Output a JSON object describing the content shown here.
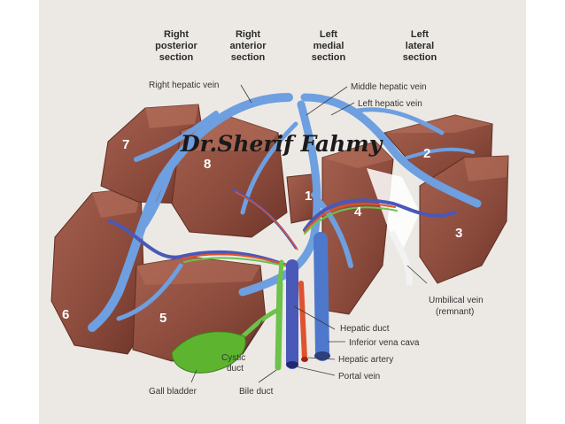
{
  "sections": [
    {
      "line1": "Right",
      "line2": "posterior",
      "line3": "section"
    },
    {
      "line1": "Right",
      "line2": "anterior",
      "line3": "section"
    },
    {
      "line1": "Left",
      "line2": "medial",
      "line3": "section"
    },
    {
      "line1": "Left",
      "line2": "lateral",
      "line3": "section"
    }
  ],
  "segments": [
    "1",
    "2",
    "3",
    "4",
    "5",
    "6",
    "7",
    "8"
  ],
  "labels": {
    "right_hepatic_vein": "Right hepatic vein",
    "middle_hepatic_vein": "Middle hepatic vein",
    "left_hepatic_vein": "Left hepatic vein",
    "umbilical_vein_1": "Umbilical vein",
    "umbilical_vein_2": "(remnant)",
    "hepatic_duct": "Hepatic duct",
    "inferior_vena_cava": "Inferior vena cava",
    "hepatic_artery": "Hepatic artery",
    "portal_vein": "Portal vein",
    "cystic_duct_1": "Cystic",
    "cystic_duct_2": "duct",
    "gall_bladder": "Gall bladder",
    "bile_duct": "Bile duct"
  },
  "watermark": "Dr.Sherif Fahmy",
  "colors": {
    "liver": "#8d4a3c",
    "liver_light": "#a8604e",
    "liver_dark": "#6f3528",
    "vein": "#6e9fe0",
    "vein_dark": "#3e6fc4",
    "artery": "#e0522f",
    "bile": "#6cc24a",
    "portal": "#4a58b8"
  }
}
